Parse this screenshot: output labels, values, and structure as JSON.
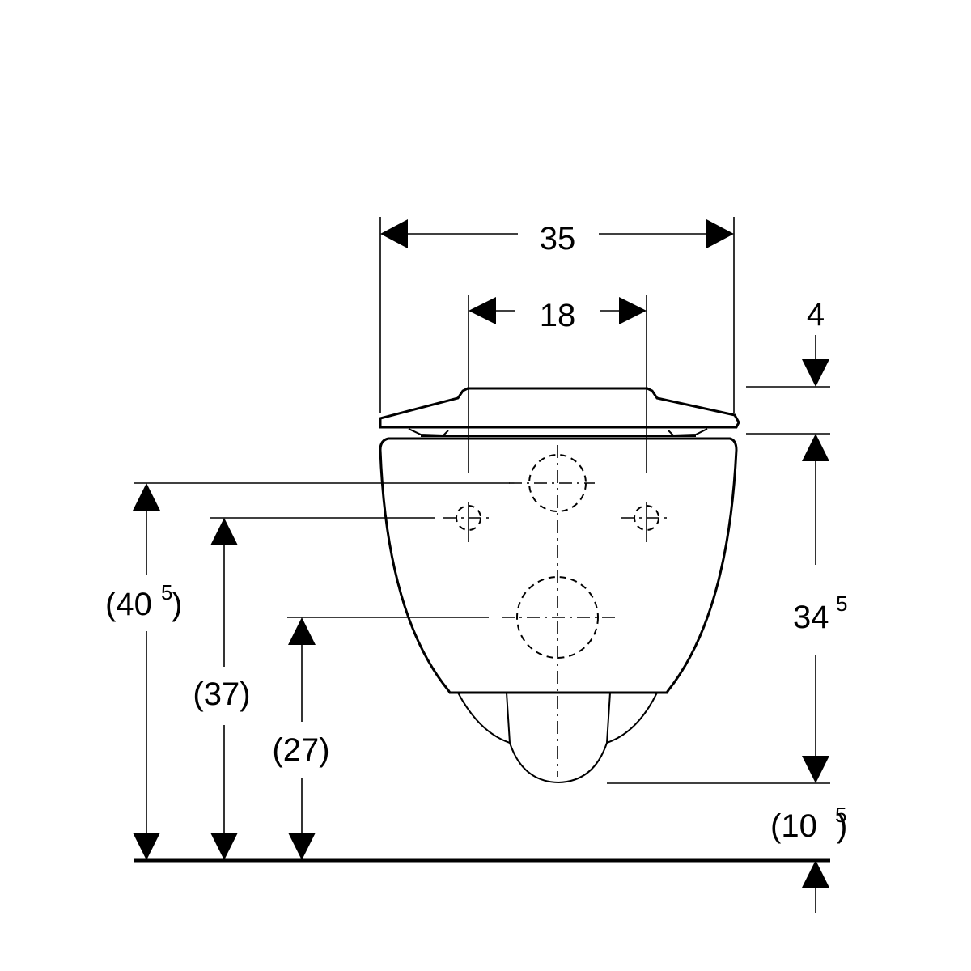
{
  "dimensions": {
    "overall_width": {
      "value": "35"
    },
    "fixing_spacing": {
      "value": "18"
    },
    "seat_thickness": {
      "value": "4"
    },
    "bowl_height": {
      "main": "34",
      "sup": "5"
    },
    "top_fixing_height": {
      "open": "(40",
      "sup": "5",
      "close": ")"
    },
    "bolt_height": {
      "value": "(37)"
    },
    "outlet_height": {
      "value": "(27)"
    },
    "outlet_clearance": {
      "open": "(10",
      "sup": "5",
      "close": ")"
    }
  }
}
